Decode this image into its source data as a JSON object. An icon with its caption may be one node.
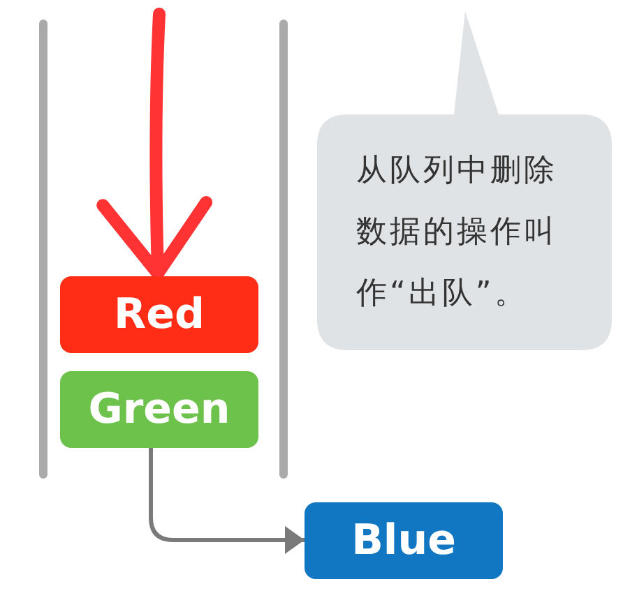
{
  "diagram": {
    "nodes": [
      {
        "text": [
          "Red"
        ]
      },
      {
        "text": [
          "Green"
        ]
      },
      {
        "text": [
          "Blue"
        ]
      },
      {
        "text": [
          "从队列中删除数据的操作叫作“出队”。"
        ]
      }
    ],
    "edges": [
      {
        "from": null,
        "to": 0,
        "arrow": "to",
        "style": "thick",
        "color": "#ff3333"
      },
      {
        "from": 1,
        "to": 2,
        "arrow": "to",
        "color": "#7a7a7a"
      }
    ]
  }
}
